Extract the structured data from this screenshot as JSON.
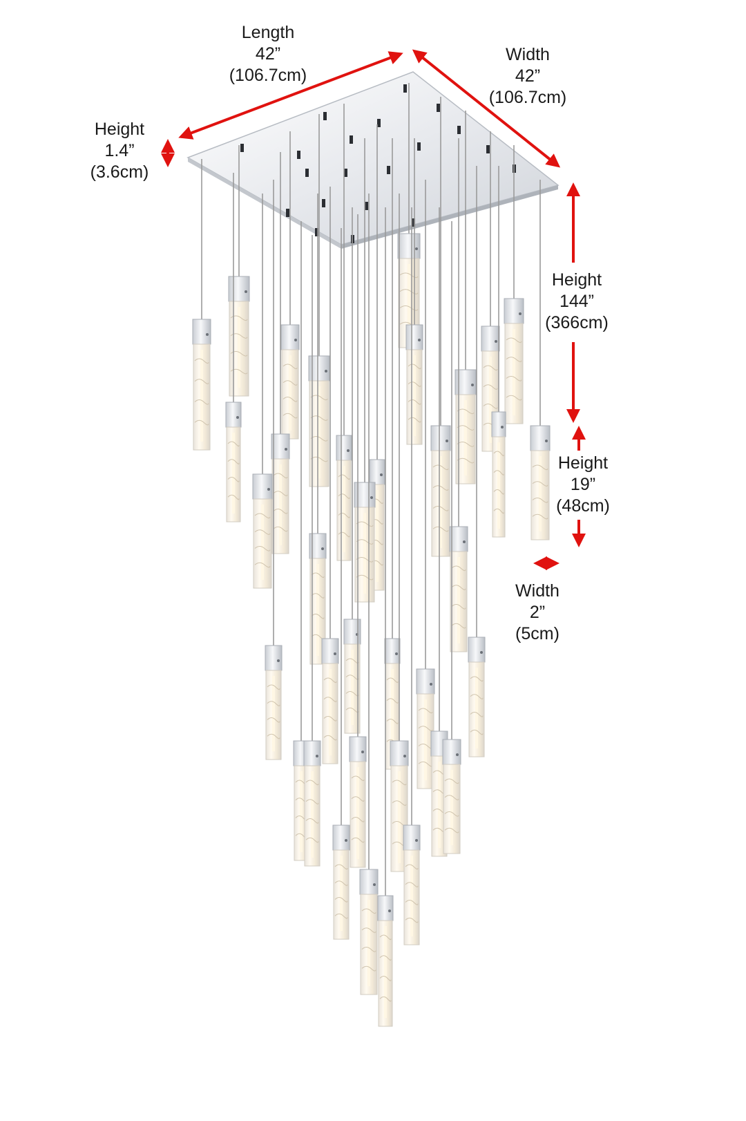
{
  "dimensions": {
    "length": {
      "name": "Length",
      "inches": "42”",
      "metric": "(106.7cm)"
    },
    "width": {
      "name": "Width",
      "inches": "42”",
      "metric": "(106.7cm)"
    },
    "canopy_height": {
      "name": "Height",
      "inches": "1.4”",
      "metric": "(3.6cm)"
    },
    "overall_height": {
      "name": "Height",
      "inches": "144”",
      "metric": "(366cm)"
    },
    "pendant_height": {
      "name": "Height",
      "inches": "19”",
      "metric": "(48cm)"
    },
    "pendant_width": {
      "name": "Width",
      "inches": "2”",
      "metric": "(5cm)"
    }
  },
  "colors": {
    "arrow": "#e0120f",
    "canopy": "#eef0f3",
    "cord": "#9a9a9a",
    "crystal": "#f6f1e8",
    "cap": "#e4e6ea"
  },
  "icons": [
    "dimension-arrow-icon",
    "ceiling-canopy-icon",
    "crystal-pendant-icon"
  ]
}
